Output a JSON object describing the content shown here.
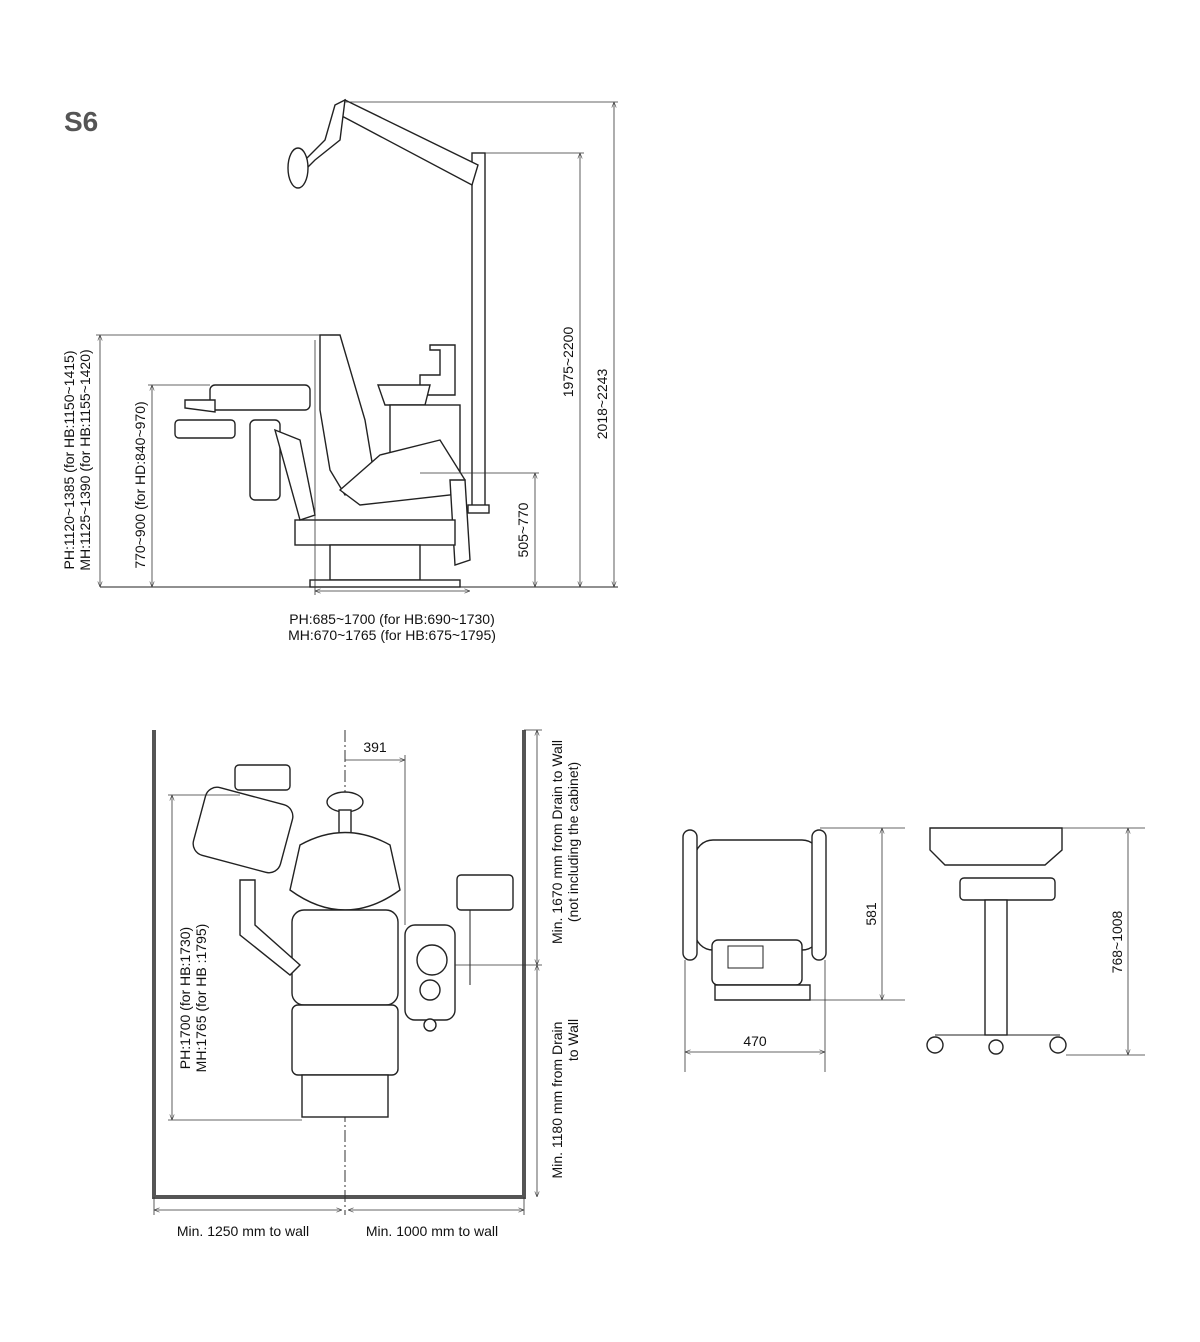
{
  "title": "S6",
  "side_view": {
    "dim_total_height": "2018~2243",
    "dim_pole_height": "1975~2200",
    "dim_seat_height": "505~770",
    "dim_tray_height": "770~900 (for HD:840~970)",
    "dim_headrest_ph": "PH:1120~1385 (for HB:1150~1415)",
    "dim_headrest_mh": "MH:1125~1390 (for HB:1155~1420)",
    "dim_length_ph": "PH:685~1700 (for HB:690~1730)",
    "dim_length_mh": "MH:670~1765 (for HB:675~1795)"
  },
  "floor_plan": {
    "dim_offset": "391",
    "dim_length_ph": "PH:1700 (for HB:1730)",
    "dim_length_mh": "MH:1765 (for HB :1795)",
    "dim_left_wall": "Min. 1250 mm to wall",
    "dim_right_wall": "Min. 1000 mm to wall",
    "dim_drain_top_1": "Min. 1670 mm from Drain to Wall",
    "dim_drain_top_2": "(not including the cabinet)",
    "dim_drain_bottom_1": "Min. 1180 mm from Drain",
    "dim_drain_bottom_2": "to Wall"
  },
  "cart": {
    "dim_width": "470",
    "dim_depth": "581",
    "dim_height": "768~1008"
  }
}
